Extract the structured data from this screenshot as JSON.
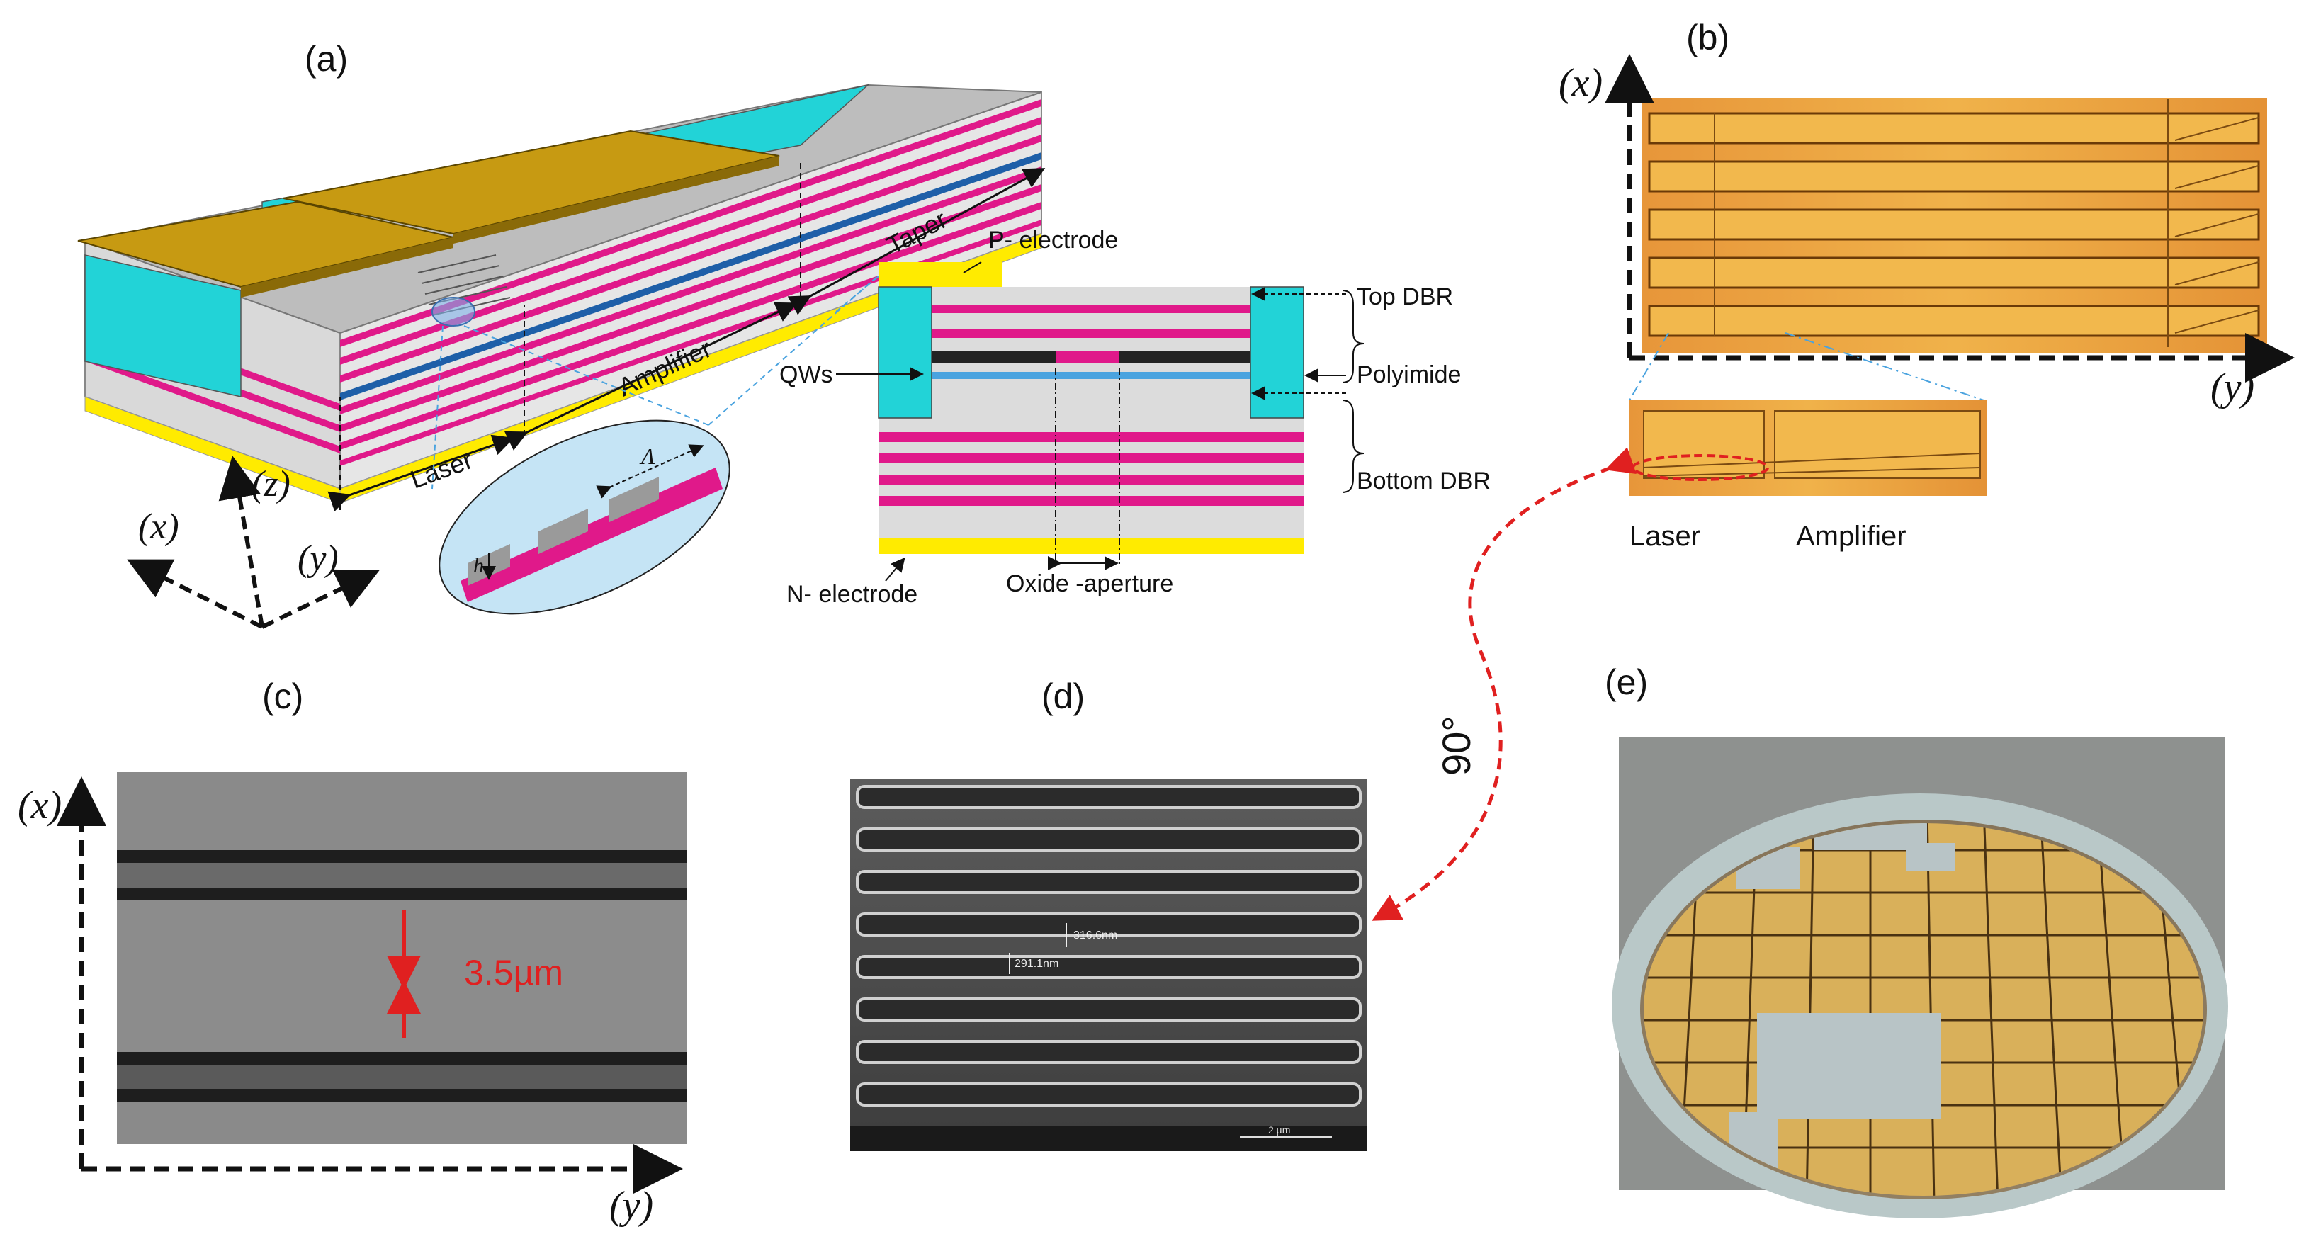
{
  "panels": {
    "a": {
      "label": "(a)",
      "sections": [
        "Laser",
        "Amplifier",
        "Taper"
      ],
      "axes": {
        "x": "(x)",
        "z": "(z)",
        "y": "(y)"
      },
      "inset": {
        "height": "h",
        "period": "Λ"
      },
      "cross_section": {
        "p_electrode": "P- electrode",
        "top_dbr": "Top DBR",
        "polyimide": "Polyimide",
        "qws": "QWs",
        "bottom_dbr": "Bottom  DBR",
        "n_electrode": "N- electrode",
        "oxide_aperture": "Oxide -aperture"
      }
    },
    "b": {
      "label": "(b)",
      "axes": {
        "x": "(x)",
        "y": "(y)"
      },
      "zoom_labels": {
        "laser": "Laser",
        "amplifier": "Amplifier"
      }
    },
    "c": {
      "label": "(c)",
      "axes": {
        "x": "(x)",
        "y": "(y)"
      },
      "dimension": "3.5µm"
    },
    "d": {
      "label": "(d)",
      "measure_1": "316.6nm",
      "measure_2": "291.1nm",
      "scale_bar": "2 µm"
    },
    "e": {
      "label": "(e)"
    },
    "rotation": "90°"
  },
  "colors": {
    "gold": "#C79A12",
    "cyan": "#22D3D7",
    "magenta": "#E0198A",
    "grey": "#BDBDBD",
    "yellow": "#FFEB00",
    "red_arrow": "#E02020",
    "chip_orange": "#E9A23A"
  }
}
